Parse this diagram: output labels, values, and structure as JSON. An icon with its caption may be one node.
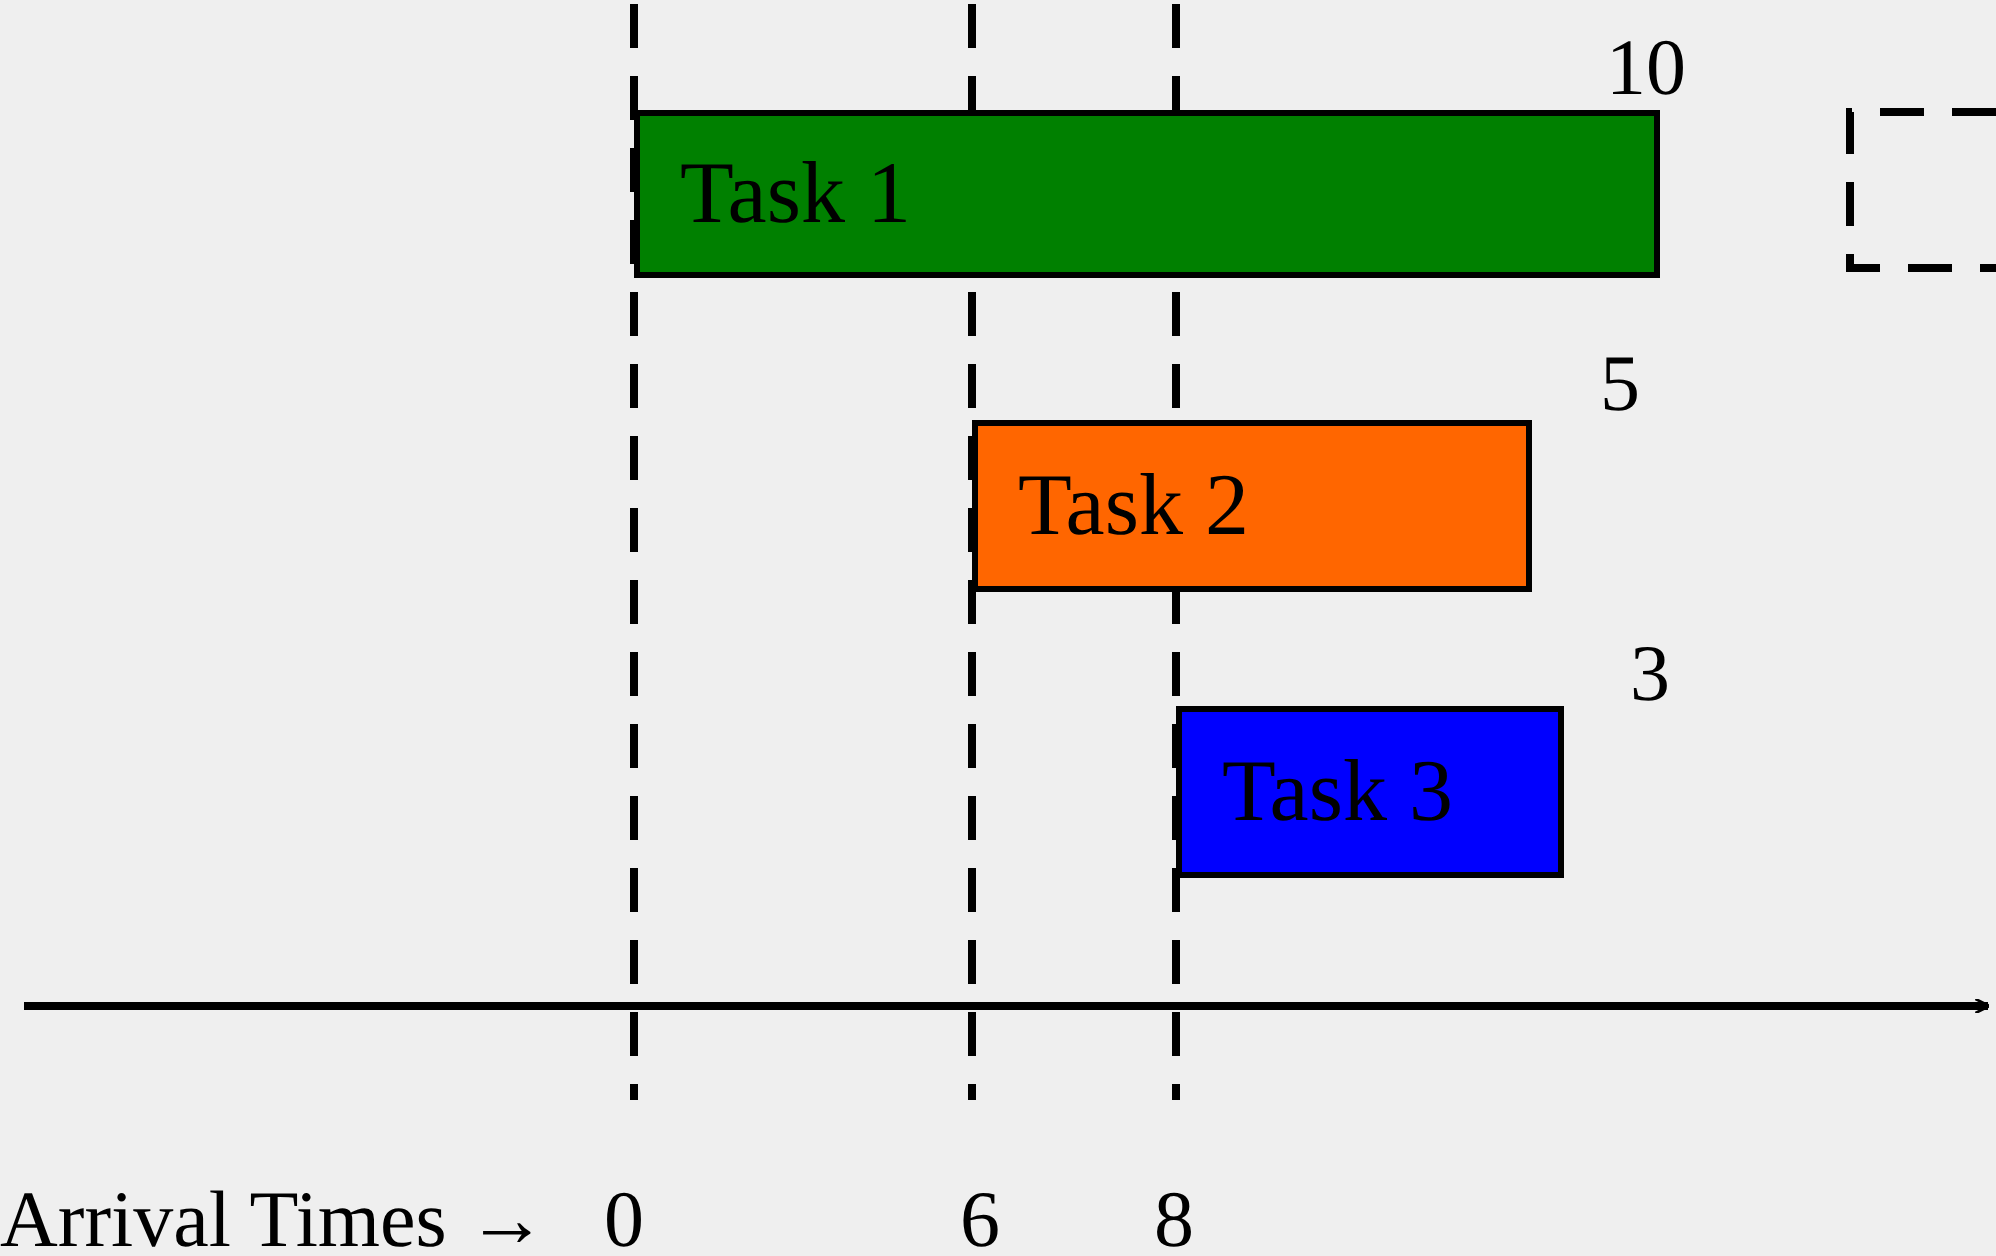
{
  "diagram": {
    "nodes": [
      {
        "text": [
          "Task 1"
        ],
        "beside": [
          "10"
        ]
      },
      {
        "text": [
          "Task 2"
        ],
        "beside": [
          "5"
        ]
      },
      {
        "text": [
          "Task 3"
        ],
        "beside": [
          "3"
        ]
      }
    ],
    "labels": [
      "Arrival Times →",
      "0",
      "6",
      "8"
    ]
  }
}
